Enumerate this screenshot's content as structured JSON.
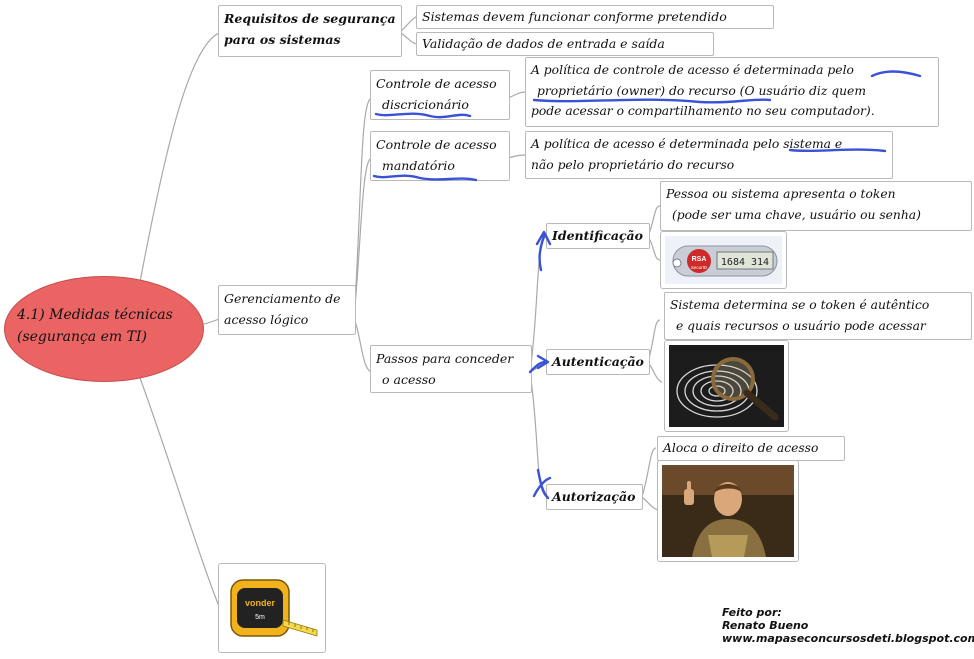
{
  "root": {
    "line1": "4.1) Medidas técnicas",
    "line2": "(segurança em TI)"
  },
  "requisitos": {
    "label": {
      "line1": "Requisitos de segurança",
      "line2": "para os sistemas"
    },
    "children": [
      "Sistemas devem funcionar conforme pretendido",
      "Validação de dados de entrada e saída"
    ]
  },
  "gerenciamento": {
    "label": {
      "line1": "Gerenciamento de",
      "line2": "acesso lógico"
    },
    "discricionario": {
      "label": {
        "line1": "Controle de acesso",
        "line2": "discricionário"
      },
      "detail": {
        "line1": "A política de controle de acesso é determinada pelo",
        "line2": "proprietário (owner) do recurso (O usuário diz quem",
        "line3": "pode acessar o compartilhamento no seu computador)."
      }
    },
    "mandatorio": {
      "label": {
        "line1": "Controle de acesso",
        "line2": "mandatório"
      },
      "detail": {
        "line1": "A política de acesso é determinada pelo sistema e",
        "line2": "não pelo proprietário do recurso"
      }
    },
    "passos": {
      "label": {
        "line1": "Passos para conceder",
        "line2": "o acesso"
      },
      "identificacao": {
        "label": "Identificação",
        "detail": {
          "line1": "Pessoa ou sistema apresenta o token",
          "line2": "(pode ser uma chave, usuário ou senha)"
        },
        "token_brand": "RSA",
        "token_sub": "SecurID",
        "token_code": "1684 314"
      },
      "autenticacao": {
        "label": "Autenticação",
        "detail": {
          "line1": "Sistema determina se o token é autêntico",
          "line2": "e quais recursos o usuário pode acessar"
        }
      },
      "autorizacao": {
        "label": "Autorização",
        "detail": "Aloca o direito de acesso"
      }
    }
  },
  "tape_brand": "vonder",
  "tape_size": "5m",
  "credit": {
    "line1": "Feito por:",
    "line2": "Renato Bueno",
    "line3": "www.mapaseconcursosdeti.blogspot.com"
  },
  "colors": {
    "root": "#ea6464",
    "ink": "#3a52d6",
    "border": "#b9b9b9",
    "connector": "#a9a9a9"
  }
}
